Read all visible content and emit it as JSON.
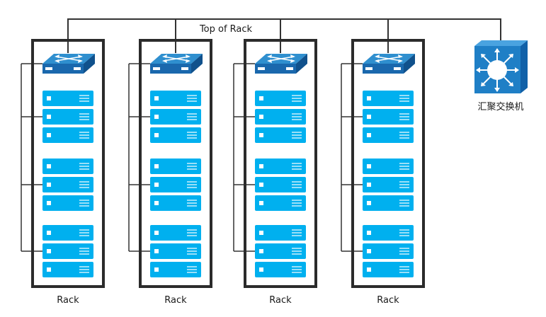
{
  "diagram": {
    "top_label": "Top of Rack",
    "aggregation_label": "汇聚交换机",
    "racks": [
      {
        "label": "Rack"
      },
      {
        "label": "Rack"
      },
      {
        "label": "Rack"
      },
      {
        "label": "Rack"
      }
    ],
    "servers_per_group": 3,
    "server_groups_per_rack": 3
  },
  "colors": {
    "rack_frame": "#2b2b2b",
    "wire": "#333333",
    "server_fill": "#00b0ef",
    "switch_top": "#2f8fcf",
    "switch_front": "#1a68ad",
    "agg_switch_front": "#1f7fc6",
    "agg_switch_side": "#1161a8"
  },
  "icons": {
    "tor_switch": "network-switch-icon",
    "aggregation_switch": "layer3-switch-icon",
    "server": "server-icon"
  }
}
